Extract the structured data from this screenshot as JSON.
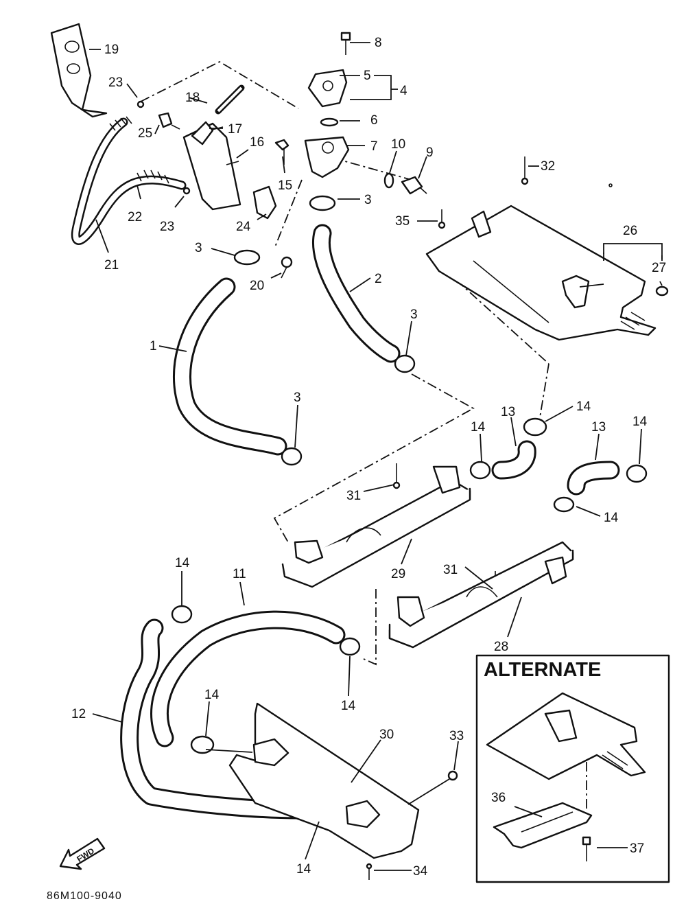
{
  "diagram": {
    "part_numbers": [
      "1",
      "2",
      "3",
      "4",
      "5",
      "6",
      "7",
      "8",
      "9",
      "10",
      "11",
      "12",
      "13",
      "14",
      "15",
      "16",
      "17",
      "18",
      "19",
      "20",
      "21",
      "22",
      "23",
      "24",
      "25",
      "26",
      "27",
      "28",
      "29",
      "30",
      "31",
      "32",
      "33",
      "34",
      "35",
      "36",
      "37"
    ],
    "alternate_label": "ALTERNATE",
    "front_arrow_label": "FWD",
    "drawing_code": "86M100-9040"
  }
}
